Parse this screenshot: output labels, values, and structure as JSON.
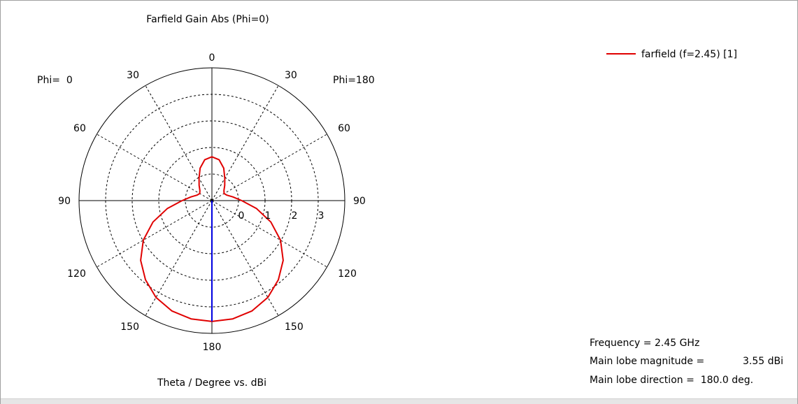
{
  "chart_data": {
    "type": "polar",
    "title": "Farfield Gain Abs (Phi=0)",
    "xlabel": "Theta / Degree vs. dBi",
    "phi_left_label": "Phi=  0",
    "phi_right_label": "Phi=180",
    "angle_labels": [
      "0",
      "30",
      "60",
      "90",
      "120",
      "150",
      "180"
    ],
    "radial_ticks": [
      "0",
      "1",
      "2",
      "3"
    ],
    "radial_range": [
      -1,
      4
    ],
    "series": [
      {
        "name": "farfield (f=2.45) [1]",
        "color": "#e00000",
        "theta": [
          0,
          10,
          20,
          30,
          40,
          50,
          60,
          70,
          80,
          90,
          100,
          110,
          120,
          130,
          140,
          150,
          160,
          170,
          180
        ],
        "gain_dbi": [
          0.65,
          0.56,
          0.3,
          -0.03,
          -0.25,
          -0.41,
          -0.47,
          -0.4,
          -0.2,
          0.12,
          0.7,
          1.36,
          1.98,
          2.5,
          2.89,
          3.21,
          3.42,
          3.52,
          3.55
        ]
      }
    ],
    "main_lobe_direction_deg": 180.0,
    "main_lobe_color": "#0000e0"
  },
  "info": {
    "frequency": "Frequency = 2.45 GHz",
    "main_lobe_magnitude_label": "Main lobe magnitude =",
    "main_lobe_magnitude_value": "3.55 dBi",
    "main_lobe_direction": "Main lobe direction =  180.0 deg."
  }
}
